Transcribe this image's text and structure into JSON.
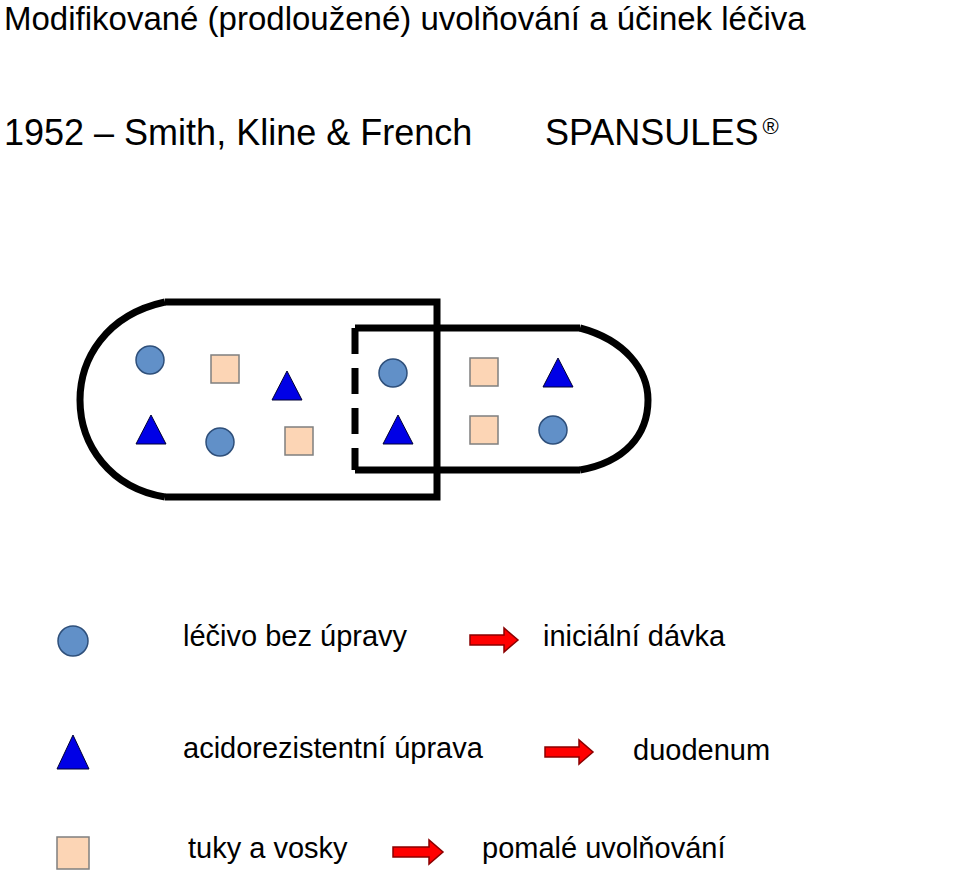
{
  "diagram": {
    "title": "Modifikované (prodloužené) uvolňování a účinek léčiva",
    "labels": [
      "1952 – Smith, Kline & French",
      "SPANSULES",
      "®",
      "iniciální dávka",
      "duodenum",
      "pomalé uvolňování"
    ],
    "legend": [
      {
        "text": "léčivo bez úpravy"
      },
      {
        "text": "acidorezistentní úprava"
      },
      {
        "text": "tuky a vosky"
      }
    ]
  }
}
